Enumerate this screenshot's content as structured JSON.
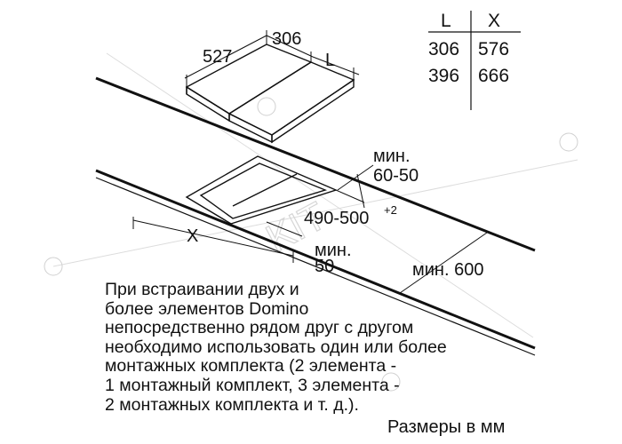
{
  "table": {
    "headers": [
      "L",
      "X"
    ],
    "rows": [
      [
        "306",
        "576"
      ],
      [
        "396",
        "666"
      ]
    ]
  },
  "dimensions": {
    "depth": "527",
    "width": "306",
    "length": "L",
    "min_label": "мин.",
    "min_range": "60-50",
    "cutout": "490-500",
    "cutout_tolerance": "+2",
    "spacing": "X",
    "min_50_label": "мин.",
    "min_50_value": "50",
    "min_600": "мин. 600"
  },
  "note_lines": [
    "При встраивании двух и",
    "более элементов Domino",
    "непосредственно рядом друг с другом",
    "необходимо использовать один или более",
    "монтажных комплекта (2 элемента -",
    "1 монтажный комплект, 3 элемента -",
    "2 монтажных комплекта и т. д.)."
  ],
  "units": "Размеры в мм",
  "watermark": "KIT",
  "colors": {
    "ink": "#111111",
    "watermark": "#d6d6d6"
  }
}
